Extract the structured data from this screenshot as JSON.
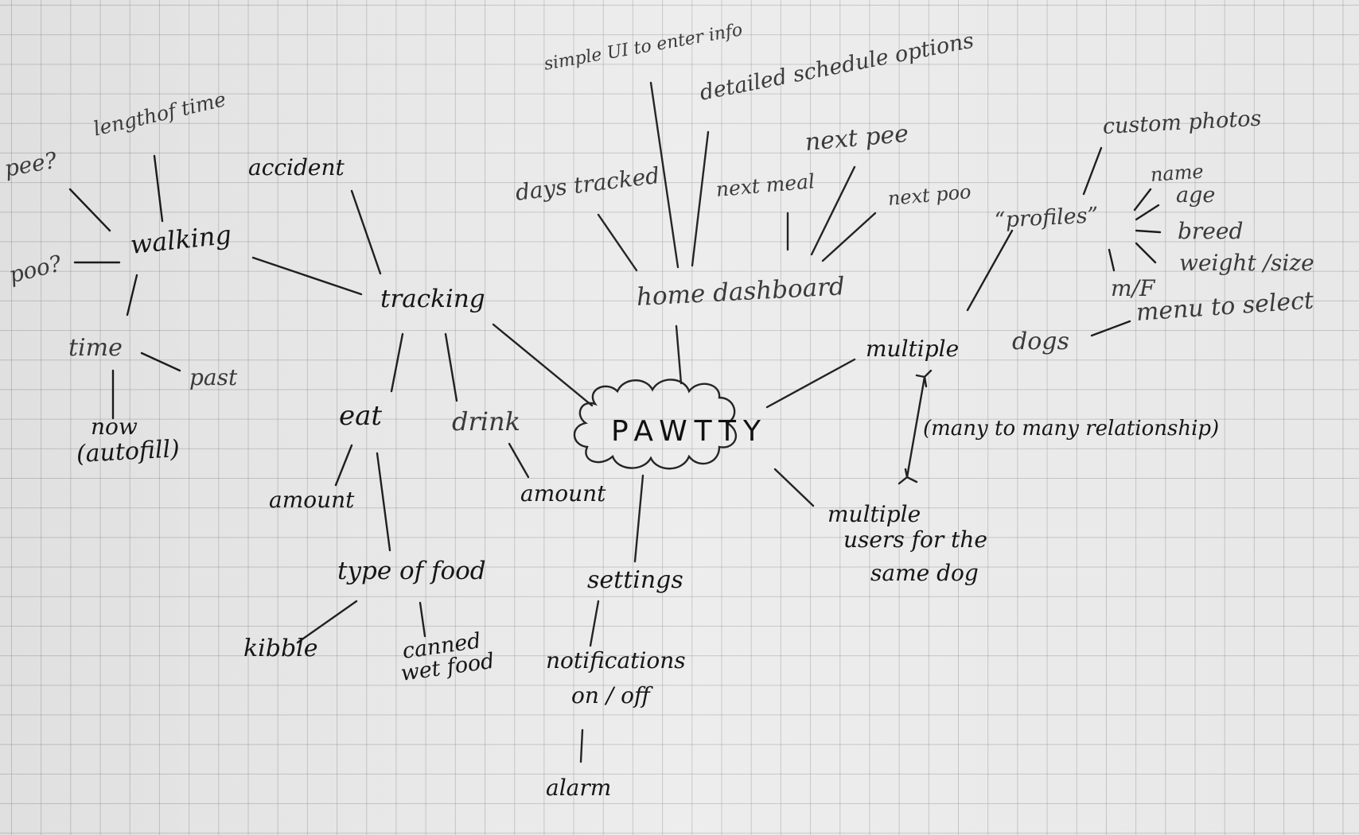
{
  "diagram": {
    "center": "PAWTTY",
    "labels": {
      "simple_ui": "simple UI to enter info",
      "detailed_schedule": "detailed schedule options",
      "custom_photos": "custom photos",
      "length_of_time": "lengthof time",
      "pee_q": "pee?",
      "accident": "accident",
      "days_tracked": "days tracked",
      "next_pee": "next pee",
      "next_meal": "next meal",
      "next_poo": "next poo",
      "name": "name",
      "age": "age",
      "profiles": "“profiles”",
      "breed": "breed",
      "walking": "walking",
      "poo_q": "poo?",
      "weight_size": "weight /size",
      "mf": "m/F",
      "tracking": "tracking",
      "home_dashboard": "home dashboard",
      "menu_to_select": "menu to select",
      "time": "time",
      "multiple": "multiple",
      "dogs": "dogs",
      "past": "past",
      "eat": "eat",
      "drink": "drink",
      "many_to_many": "(many to many relationship)",
      "now": "now",
      "autofill": "(autofill)",
      "amount_eat": "amount",
      "amount_drink": "amount",
      "multiple_users_1": "multiple",
      "multiple_users_2": "users  for the",
      "multiple_users_3": "same  dog",
      "type_of_food": "type of food",
      "settings": "settings",
      "kibble": "kibble",
      "canned_1": "canned",
      "canned_2": "wet food",
      "notifications_1": "notifications",
      "notifications_2": "on / off",
      "alarm": "alarm"
    }
  }
}
